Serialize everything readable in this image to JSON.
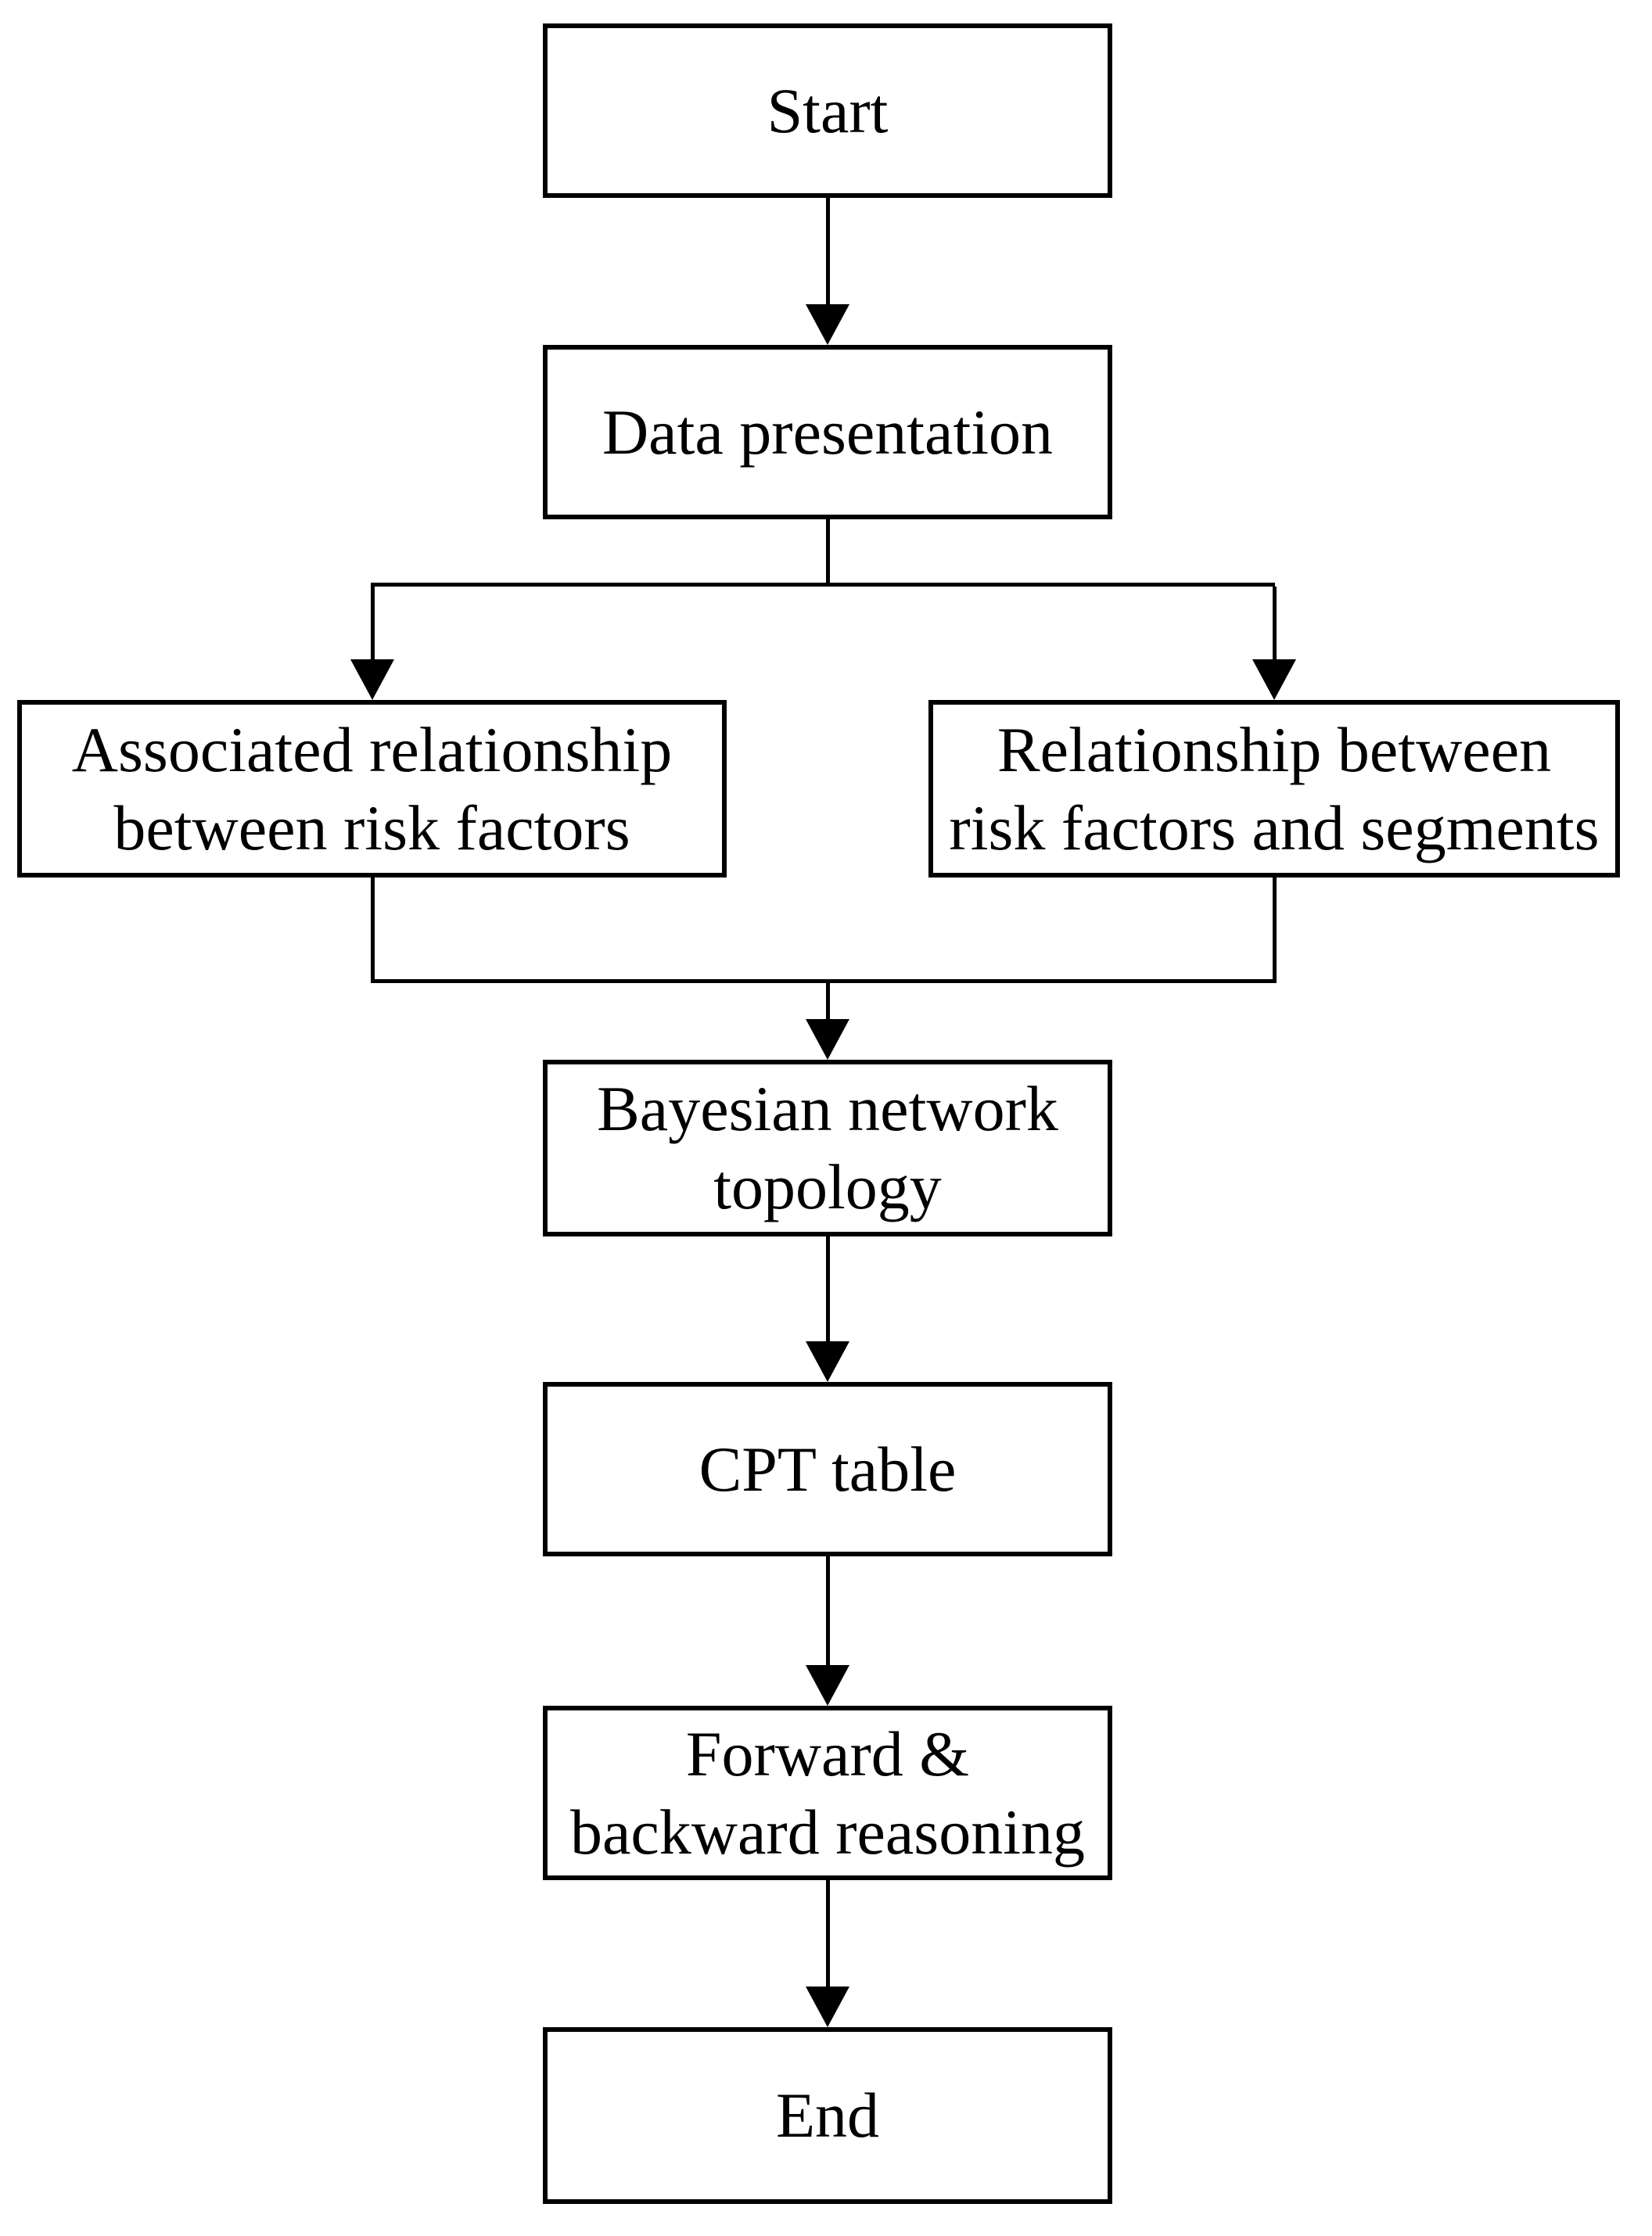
{
  "diagram": {
    "type": "flowchart",
    "colors": {
      "line": "#000000",
      "text": "#000000",
      "box_fill": "#ffffff",
      "background": "#ffffff"
    },
    "nodes": {
      "start": {
        "label": "Start"
      },
      "data_presentation": {
        "label": "Data presentation"
      },
      "associated_relationship": {
        "label": "Associated relationship\nbetween risk factors"
      },
      "relationship_segments": {
        "label": "Relationship between\nrisk factors and segments"
      },
      "bayesian_topology": {
        "label": "Bayesian network\ntopology"
      },
      "cpt_table": {
        "label": "CPT table"
      },
      "forward_backward": {
        "label": "Forward &\nbackward reasoning"
      },
      "end": {
        "label": "End"
      }
    },
    "edges": [
      {
        "from": "start",
        "to": "data_presentation"
      },
      {
        "from": "data_presentation",
        "to": "associated_relationship"
      },
      {
        "from": "data_presentation",
        "to": "relationship_segments"
      },
      {
        "from": "associated_relationship",
        "to": "bayesian_topology"
      },
      {
        "from": "relationship_segments",
        "to": "bayesian_topology"
      },
      {
        "from": "bayesian_topology",
        "to": "cpt_table"
      },
      {
        "from": "cpt_table",
        "to": "forward_backward"
      },
      {
        "from": "forward_backward",
        "to": "end"
      }
    ]
  }
}
